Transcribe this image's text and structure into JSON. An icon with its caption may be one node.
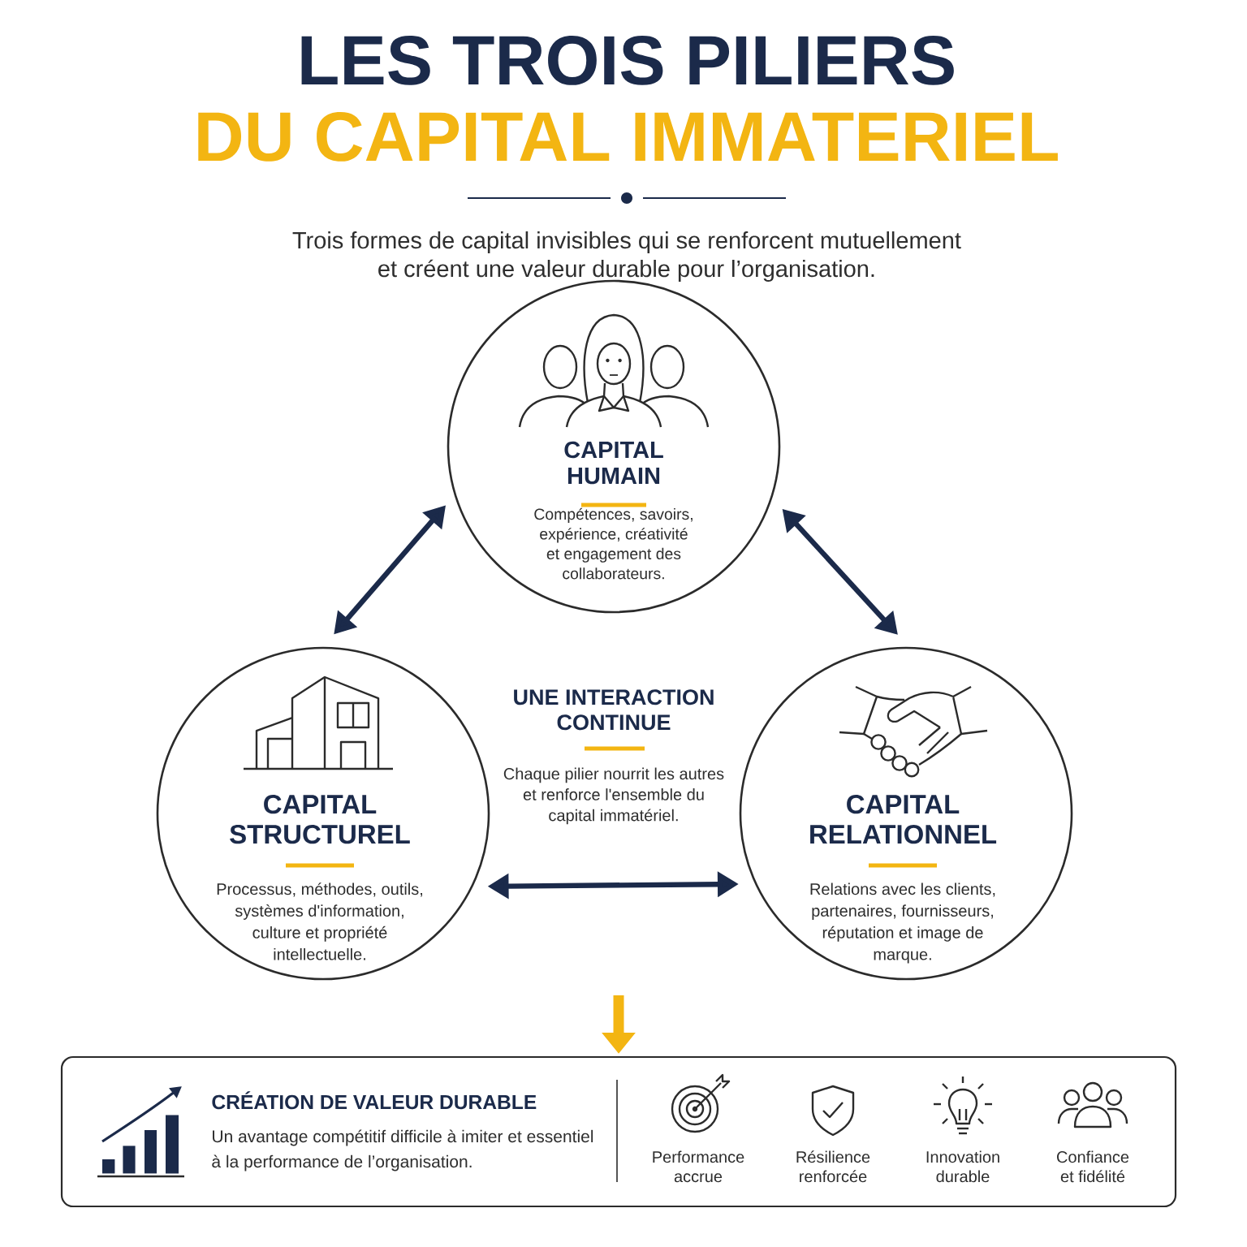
{
  "diagram": {
    "title": "LES TROIS PILIERS",
    "nodes": [
      {
        "text": [
          "CAPITAL HUMAIN",
          "Compétences, savoirs, expérience, créativité et engagement des collaborateurs."
        ]
      },
      {
        "text": [
          "CAPITAL STRUCTUREL",
          "Processus, méthodes, outils, systèmes d'information, culture et propriété intellectuelle."
        ]
      },
      {
        "text": [
          "CAPITAL RELATIONNEL",
          "Relations avec les clients, partenaires, fournisseurs, réputation et image de marque."
        ]
      },
      {
        "text": [
          "CRÉATION DE VALEUR DURABLE",
          "Un avantage compétitif difficile à imiter et essentiel à la performance de l’organisation.",
          "Performance accrue",
          "Résilience renforcée",
          "Innovation durable",
          "Confiance et fidélité"
        ]
      }
    ],
    "edges": [
      {
        "from": 0,
        "to": 1,
        "arrow": "both"
      },
      {
        "from": 0,
        "to": 2,
        "arrow": "both"
      },
      {
        "from": 1,
        "to": 2,
        "arrow": "both"
      },
      {
        "from": null,
        "to": 3,
        "arrow": "to",
        "style": "thick",
        "color": "#f3b512"
      }
    ],
    "labels": [
      "DU CAPITAL IMMATERIEL",
      "Trois formes de capital invisibles qui se renforcent mutuellement et créent une valeur durable pour l’organisation.",
      "UNE INTERACTION CONTINUE",
      "Chaque pilier nourrit les autres et renforce l'ensemble du capital immatériel."
    ]
  }
}
